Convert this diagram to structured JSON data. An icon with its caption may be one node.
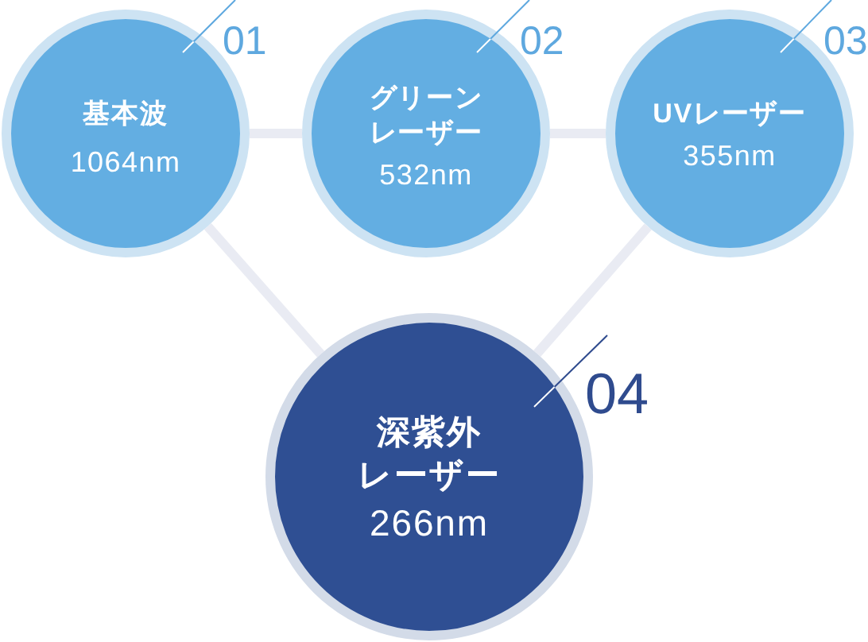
{
  "diagram": {
    "nodes": [
      {
        "text": [
          "01",
          "基本波",
          "1064nm"
        ]
      },
      {
        "text": [
          "02",
          "グリーンレーザー",
          "532nm"
        ]
      },
      {
        "text": [
          "03",
          "UVレーザー",
          "355nm"
        ]
      },
      {
        "text": [
          "04",
          "深紫外レーザー",
          "266nm"
        ]
      }
    ],
    "edges": [
      {
        "from": 0,
        "to": 1,
        "arrow": "none"
      },
      {
        "from": 1,
        "to": 2,
        "arrow": "none"
      },
      {
        "from": 0,
        "to": 3,
        "arrow": "none"
      },
      {
        "from": 2,
        "to": 3,
        "arrow": "none"
      }
    ]
  }
}
